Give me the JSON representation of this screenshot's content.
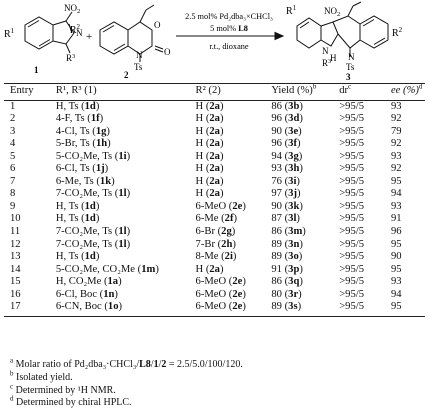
{
  "scheme": {
    "r1": "R",
    "r1_sup": "1",
    "r2": "R",
    "r2_sup": "2",
    "r3": "R",
    "r3_sup": "3",
    "no2": "NO",
    "no2_sub": "2",
    "n": "N",
    "o": "O",
    "ts": "Ts",
    "h": "H",
    "plus": "+",
    "label1": "1",
    "label2": "2",
    "label3": "3",
    "cond_line1": "2.5 mol% Pd₂dba₃×CHCl₃",
    "cond_line2_pre": "5 mol% ",
    "cond_line2_bold": "L8",
    "cond_line3": "r.t., dioxane"
  },
  "table": {
    "headers": {
      "entry": "Entry",
      "r1r3": "R¹, R³ (1)",
      "r2": "R² (2)",
      "yield": "Yield (%)",
      "yield_sup": "b",
      "dr": "dr",
      "dr_sup": "c",
      "ee": "ee (%)",
      "ee_sup": "d"
    },
    "rows": [
      {
        "entry": "1",
        "r1r3": "H, Ts (",
        "r1r3_cmp": "1d",
        "r2": "H (",
        "r2_cmp": "2a",
        "yield": "86 (",
        "yield_cmp": "3b",
        "dr": ">95/5",
        "ee": "93"
      },
      {
        "entry": "2",
        "r1r3": "4-F, Ts (",
        "r1r3_cmp": "1f",
        "r2": "H (",
        "r2_cmp": "2a",
        "yield": "96 (",
        "yield_cmp": "3d",
        "dr": ">95/5",
        "ee": "92"
      },
      {
        "entry": "3",
        "r1r3": "4-Cl, Ts (",
        "r1r3_cmp": "1g",
        "r2": "H (",
        "r2_cmp": "2a",
        "yield": "90 (",
        "yield_cmp": "3e",
        "dr": ">95/5",
        "ee": "79"
      },
      {
        "entry": "4",
        "r1r3": "5-Br, Ts (",
        "r1r3_cmp": "1h",
        "r2": "H (",
        "r2_cmp": "2a",
        "yield": "96 (",
        "yield_cmp": "3f",
        "dr": ">95/5",
        "ee": "92"
      },
      {
        "entry": "5",
        "r1r3": "5-CO₂Me, Ts (",
        "r1r3_cmp": "1i",
        "r2": "H (",
        "r2_cmp": "2a",
        "yield": "94 (",
        "yield_cmp": "3g",
        "dr": ">95/5",
        "ee": "93"
      },
      {
        "entry": "6",
        "r1r3": "6-Cl, Ts (",
        "r1r3_cmp": "1j",
        "r2": "H (",
        "r2_cmp": "2a",
        "yield": "93 (",
        "yield_cmp": "3h",
        "dr": ">95/5",
        "ee": "92"
      },
      {
        "entry": "7",
        "r1r3": "6-Me, Ts (",
        "r1r3_cmp": "1k",
        "r2": "H (",
        "r2_cmp": "2a",
        "yield": "76 (",
        "yield_cmp": "3i",
        "dr": ">95/5",
        "ee": "95"
      },
      {
        "entry": "8",
        "r1r3": "7-CO₂Me, Ts (",
        "r1r3_cmp": "1l",
        "r2": "H (",
        "r2_cmp": "2a",
        "yield": "97 (",
        "yield_cmp": "3j",
        "dr": ">95/5",
        "ee": "94"
      },
      {
        "entry": "9",
        "r1r3": "H, Ts (",
        "r1r3_cmp": "1d",
        "r2": "6-MeO (",
        "r2_cmp": "2e",
        "yield": "90 (",
        "yield_cmp": "3k",
        "dr": ">95/5",
        "ee": "93"
      },
      {
        "entry": "10",
        "r1r3": "H, Ts (",
        "r1r3_cmp": "1d",
        "r2": "6-Me (",
        "r2_cmp": "2f",
        "yield": "87 (",
        "yield_cmp": "3l",
        "dr": ">95/5",
        "ee": "91"
      },
      {
        "entry": "11",
        "r1r3": "7-CO₂Me, Ts (",
        "r1r3_cmp": "1l",
        "r2": "6-Br (",
        "r2_cmp": "2g",
        "yield": "86 (",
        "yield_cmp": "3m",
        "dr": ">95/5",
        "ee": "96"
      },
      {
        "entry": "12",
        "r1r3": "7-CO₂Me, Ts (",
        "r1r3_cmp": "1l",
        "r2": "7-Br (",
        "r2_cmp": "2h",
        "yield": "89 (",
        "yield_cmp": "3n",
        "dr": ">95/5",
        "ee": "95"
      },
      {
        "entry": "13",
        "r1r3": "H, Ts (",
        "r1r3_cmp": "1d",
        "r2": "8-Me (",
        "r2_cmp": "2i",
        "yield": "89 (",
        "yield_cmp": "3o",
        "dr": ">95/5",
        "ee": "90"
      },
      {
        "entry": "14",
        "r1r3": "5-CO₂Me, CO₂Me (",
        "r1r3_cmp": "1m",
        "r2": "H (",
        "r2_cmp": "2a",
        "yield": "91 (",
        "yield_cmp": "3p",
        "dr": ">95/5",
        "ee": "95"
      },
      {
        "entry": "15",
        "r1r3": "H, CO₂Me (",
        "r1r3_cmp": "1a",
        "r2": "6-MeO (",
        "r2_cmp": "2e",
        "yield": "86 (",
        "yield_cmp": "3q",
        "dr": ">95/5",
        "ee": "93"
      },
      {
        "entry": "16",
        "r1r3": "6-Cl, Boc (",
        "r1r3_cmp": "1n",
        "r2": "6-MeO (",
        "r2_cmp": "2e",
        "yield": "80 (",
        "yield_cmp": "3r",
        "dr": ">95/5",
        "ee": "94"
      },
      {
        "entry": "17",
        "r1r3": "6-CN, Boc (",
        "r1r3_cmp": "1o",
        "r2": "6-MeO (",
        "r2_cmp": "2e",
        "yield": "89 (",
        "yield_cmp": "3s",
        "dr": ">95/5",
        "ee": "95"
      }
    ]
  },
  "footnotes": [
    {
      "mark": "a",
      "pre": "Molar ratio of Pd₂dba₃·CHCl₃/",
      "bold": "L8",
      "post": "/",
      "bold2": "1",
      "post2": "/",
      "bold3": "2",
      "post3": " = 2.5/5.0/100/120."
    },
    {
      "mark": "b",
      "pre": "Isolated yield."
    },
    {
      "mark": "c",
      "pre": "Determined by ¹H NMR."
    },
    {
      "mark": "d",
      "pre": "Determined by chiral HPLC."
    }
  ]
}
